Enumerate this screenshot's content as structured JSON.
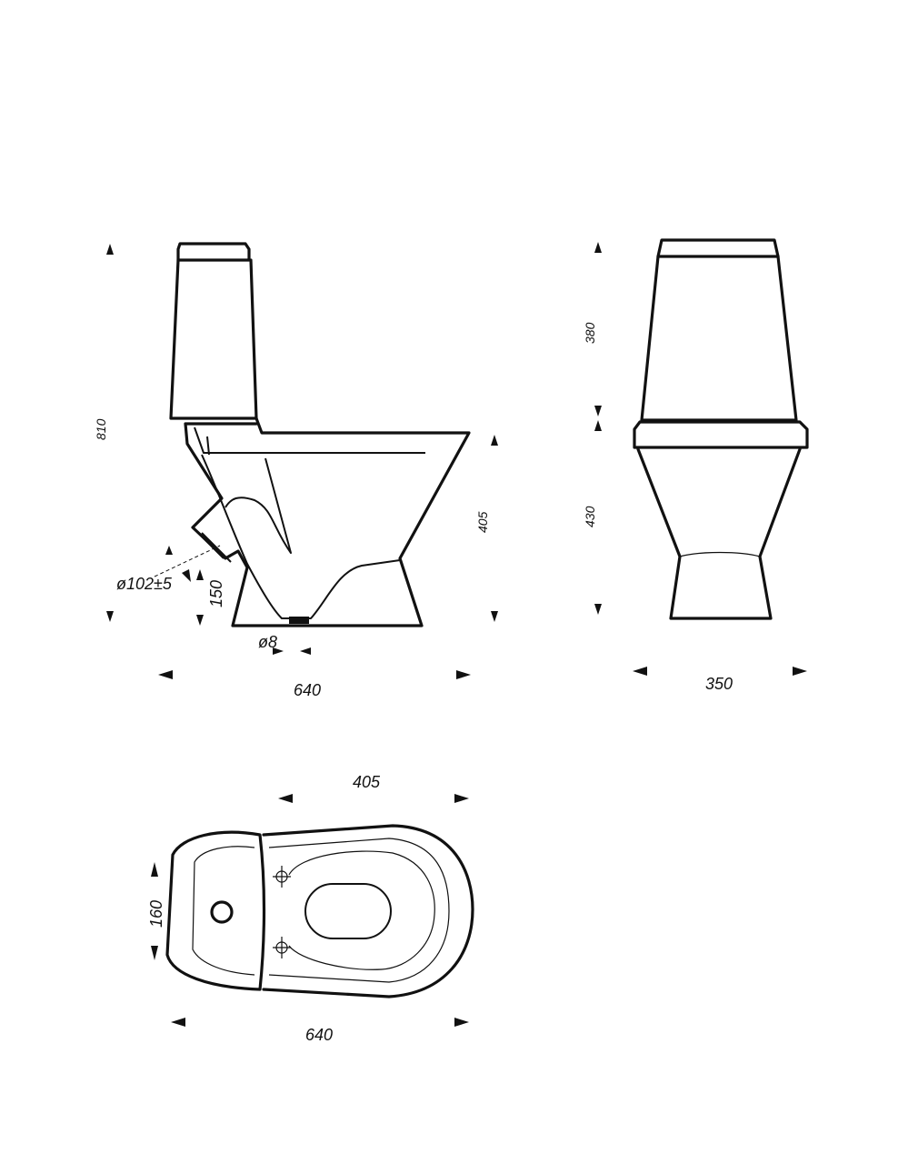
{
  "colors": {
    "ink": "#111111",
    "background": "#ffffff"
  },
  "side_view": {
    "height_total": "810",
    "bowl_height": "405",
    "outlet_diameter": "ø102±5",
    "outlet_height": "150",
    "fixing_hole": "ø8",
    "length": "640"
  },
  "front_view": {
    "tank_height": "380",
    "bowl_height": "430",
    "width": "350"
  },
  "top_view": {
    "bowl_length": "405",
    "tank_depth": "160",
    "length": "640"
  }
}
